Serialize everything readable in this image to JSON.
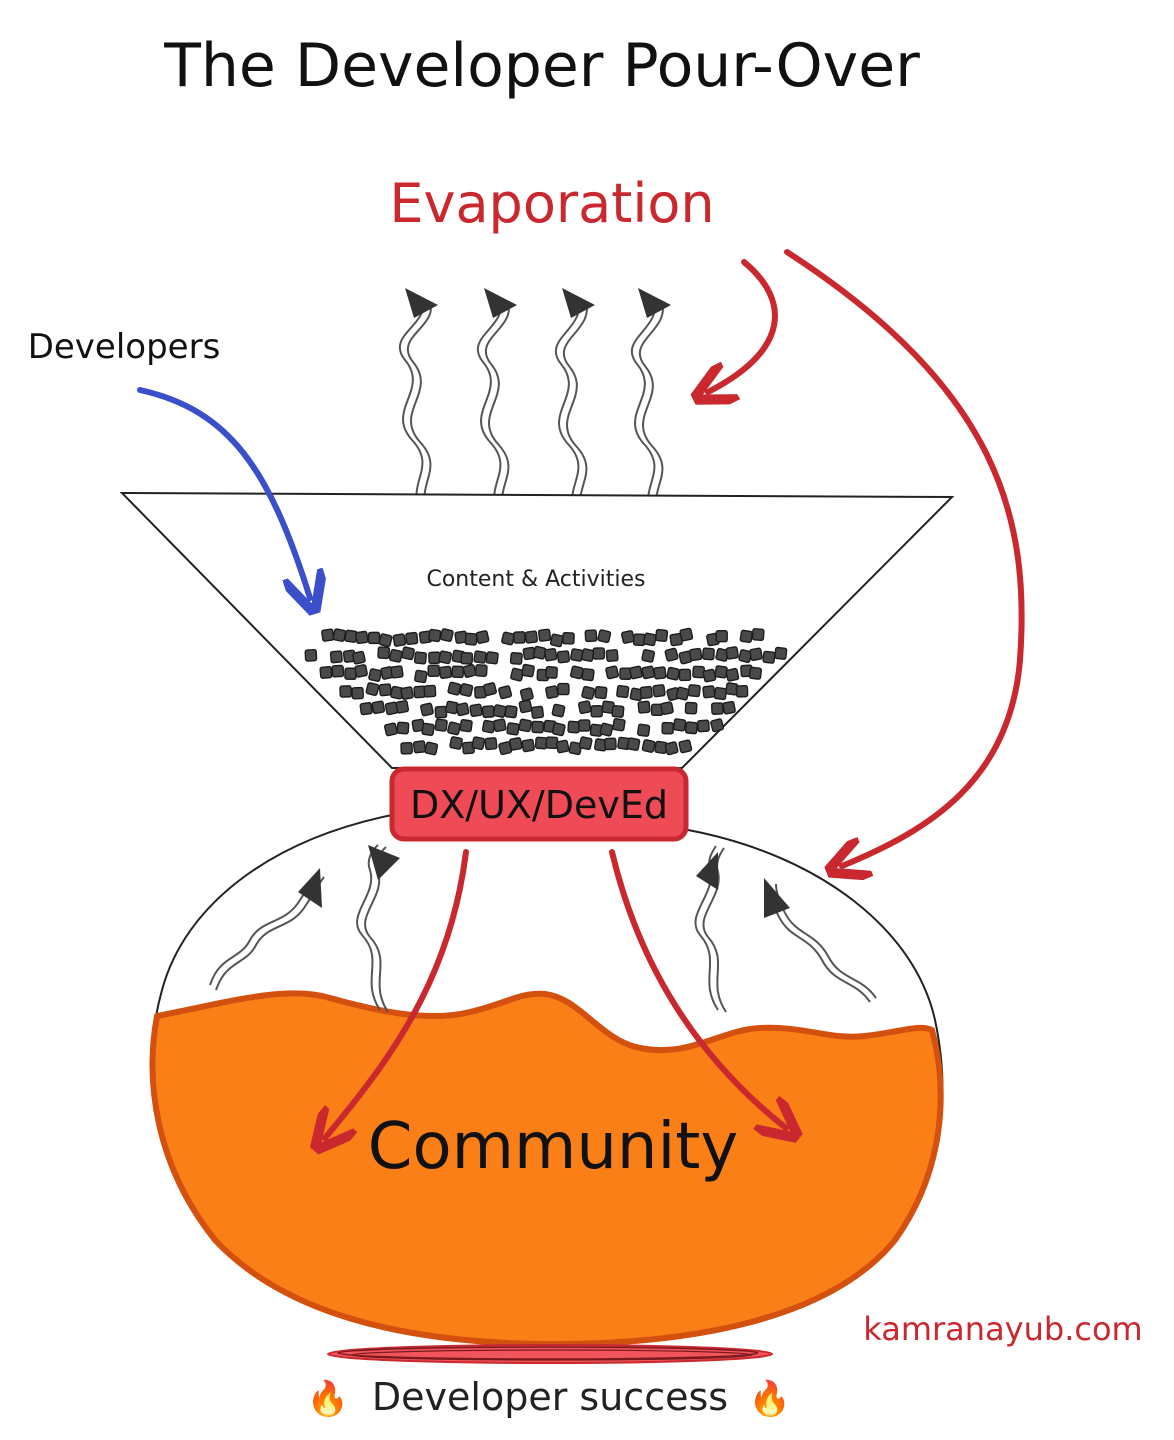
{
  "title": "The Developer Pour-Over",
  "labels": {
    "evaporation": "Evaporation",
    "developers": "Developers",
    "content": "Content & Activities",
    "filter": "DX/UX/DevEd",
    "community": "Community",
    "success": "Developer success",
    "credit": "kamranayub.com"
  },
  "icons": {
    "flame": "fire-emoji"
  },
  "colors": {
    "red": "#c9282e",
    "blue": "#3a4fc9",
    "orange": "#fa7f17",
    "orange_edge": "#d4500f",
    "filter_fill": "#ef4b56",
    "bean": "#4a4a4a",
    "ink": "#111111"
  }
}
